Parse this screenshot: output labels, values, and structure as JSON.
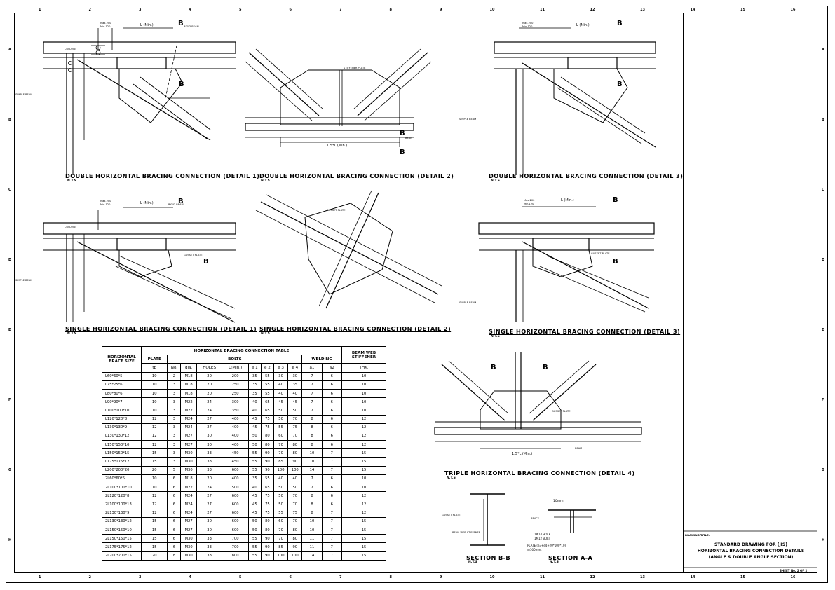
{
  "grid": {
    "columns": [
      "1",
      "2",
      "3",
      "4",
      "5",
      "6",
      "7",
      "8",
      "9",
      "10",
      "11",
      "12",
      "13",
      "14",
      "15",
      "16"
    ],
    "rows": [
      "A",
      "B",
      "C",
      "D",
      "E",
      "F",
      "G",
      "H"
    ]
  },
  "details": {
    "d1": {
      "title": "DOUBLE HORIZONTAL BRACING CONNECTION (DETAIL 1)",
      "nts": "N.T.S"
    },
    "d2": {
      "title": "DOUBLE HORIZONTAL BRACING CONNECTION (DETAIL 2)",
      "nts": "N.T.S"
    },
    "d3": {
      "title": "DOUBLE HORIZONTAL BRACING CONNECTION (DETAIL 3)",
      "nts": "N.T.S"
    },
    "s1": {
      "title": "SINGLE HORIZONTAL BRACING CONNECTION (DETAIL 1)",
      "nts": "N.T.S"
    },
    "s2": {
      "title": "SINGLE HORIZONTAL BRACING CONNECTION (DETAIL 2)",
      "nts": "N.T.S"
    },
    "s3": {
      "title": "SINGLE HORIZONTAL BRACING CONNECTION (DETAIL 3)",
      "nts": "N.T.S"
    },
    "t4": {
      "title": "TRIPLE HORIZONTAL BRACING CONNECTION (DETAIL 4)",
      "nts": "N.T.S"
    },
    "sbb": {
      "title": "SECTION B-B",
      "nts": "N.T.S"
    },
    "saa": {
      "title": "SECTION A-A",
      "nts": "N.T.S"
    }
  },
  "labels": {
    "max200": "Max.200",
    "min120": "Min.120",
    "lmin": "L (Min.)",
    "b": "B",
    "a": "A",
    "column": "COLUMN",
    "rigid_beam": "RIGID BEAM",
    "simple_beam": "SIMPLE BEAM",
    "gusset_plate": "GUSSET PLATE",
    "brace": "BRACE",
    "beam": "BEAM",
    "l15": "1.5*L (Min.)",
    "stiffener": "STIFFENER PLATE",
    "mm10": "10mm",
    "hole": "1#14 HOLE",
    "bolt": "1M12 BOLT",
    "plate_note": "PLATE (e3+e4+20*100*10)",
    "plate_note2": "@500mm.",
    "beam_web_stiffener": "BEAM WEB STIFFENER"
  },
  "table": {
    "title": "HORIZONTAL BRACING CONNECTION TABLE",
    "h_size": "HORIZONTAL BRACE SIZE",
    "h_plate": "PLATE",
    "h_bolts": "BOLTS",
    "h_welding": "WELDING",
    "h_stiff": "BEAM WEB STIFFENER",
    "sub": [
      "tp",
      "No.",
      "dia.",
      "HOLES",
      "L(Min.)",
      "e 1",
      "e 2",
      "e 3",
      "e 4",
      "a1",
      "a2",
      "THK."
    ],
    "rows": [
      [
        "L60*60*5",
        "10",
        "2",
        "M18",
        "20",
        "200",
        "35",
        "55",
        "30",
        "30",
        "7",
        "6",
        "10"
      ],
      [
        "L75*75*6",
        "10",
        "3",
        "M18",
        "20",
        "250",
        "35",
        "55",
        "40",
        "35",
        "7",
        "6",
        "10"
      ],
      [
        "L80*80*6",
        "10",
        "3",
        "M18",
        "20",
        "250",
        "35",
        "55",
        "40",
        "40",
        "7",
        "6",
        "10"
      ],
      [
        "L90*90*7",
        "10",
        "3",
        "M22",
        "24",
        "300",
        "40",
        "65",
        "45",
        "45",
        "7",
        "6",
        "10"
      ],
      [
        "L100*100*10",
        "10",
        "3",
        "M22",
        "24",
        "350",
        "40",
        "65",
        "50",
        "50",
        "7",
        "6",
        "10"
      ],
      [
        "L120*120*8",
        "12",
        "3",
        "M24",
        "27",
        "400",
        "45",
        "75",
        "50",
        "70",
        "8",
        "6",
        "12"
      ],
      [
        "L130*130*9",
        "12",
        "3",
        "M24",
        "27",
        "400",
        "45",
        "75",
        "55",
        "75",
        "8",
        "6",
        "12"
      ],
      [
        "L130*130*12",
        "12",
        "3",
        "M27",
        "30",
        "400",
        "50",
        "80",
        "60",
        "70",
        "8",
        "6",
        "12"
      ],
      [
        "L150*150*10",
        "12",
        "3",
        "M27",
        "30",
        "400",
        "50",
        "80",
        "70",
        "80",
        "8",
        "6",
        "12"
      ],
      [
        "L150*150*15",
        "15",
        "3",
        "M30",
        "33",
        "450",
        "55",
        "90",
        "70",
        "80",
        "10",
        "7",
        "15"
      ],
      [
        "L175*175*12",
        "15",
        "3",
        "M30",
        "33",
        "450",
        "55",
        "90",
        "85",
        "90",
        "10",
        "7",
        "15"
      ],
      [
        "L200*200*20",
        "20",
        "5",
        "M30",
        "33",
        "600",
        "55",
        "90",
        "100",
        "100",
        "14",
        "7",
        "15"
      ],
      [
        "2L60*60*6",
        "10",
        "6",
        "M18",
        "20",
        "400",
        "35",
        "55",
        "40",
        "40",
        "7",
        "6",
        "10"
      ],
      [
        "2L100*100*10",
        "10",
        "6",
        "M22",
        "24",
        "500",
        "40",
        "65",
        "50",
        "50",
        "7",
        "6",
        "10"
      ],
      [
        "2L120*120*8",
        "12",
        "6",
        "M24",
        "27",
        "600",
        "45",
        "75",
        "50",
        "70",
        "8",
        "6",
        "12"
      ],
      [
        "2L100*100*13",
        "12",
        "6",
        "M24",
        "27",
        "600",
        "45",
        "75",
        "50",
        "70",
        "8",
        "6",
        "12"
      ],
      [
        "2L130*130*9",
        "12",
        "6",
        "M24",
        "27",
        "600",
        "45",
        "75",
        "55",
        "75",
        "8",
        "7",
        "12"
      ],
      [
        "2L130*130*12",
        "15",
        "6",
        "M27",
        "30",
        "600",
        "50",
        "80",
        "60",
        "70",
        "10",
        "7",
        "15"
      ],
      [
        "2L150*150*10",
        "15",
        "6",
        "M27",
        "30",
        "600",
        "50",
        "80",
        "70",
        "80",
        "10",
        "7",
        "15"
      ],
      [
        "2L150*150*15",
        "15",
        "6",
        "M30",
        "33",
        "700",
        "55",
        "90",
        "70",
        "80",
        "11",
        "7",
        "15"
      ],
      [
        "2L175*175*12",
        "15",
        "6",
        "M30",
        "33",
        "700",
        "55",
        "90",
        "85",
        "90",
        "11",
        "7",
        "15"
      ],
      [
        "2L200*200*15",
        "20",
        "8",
        "M30",
        "33",
        "800",
        "55",
        "90",
        "100",
        "100",
        "14",
        "7",
        "15"
      ]
    ]
  },
  "titleblock": {
    "drawing_title_label": "DRAWING TITLE:",
    "line1": "STANDARD DRAWING FOR (JIS)",
    "line2": "HORIZONTAL BRACING CONNECTION DETAILS",
    "line3": "(ANGLE & DOUBLE ANGLE SECTION)",
    "sheet": "SHEET No. 2 OF 2"
  }
}
